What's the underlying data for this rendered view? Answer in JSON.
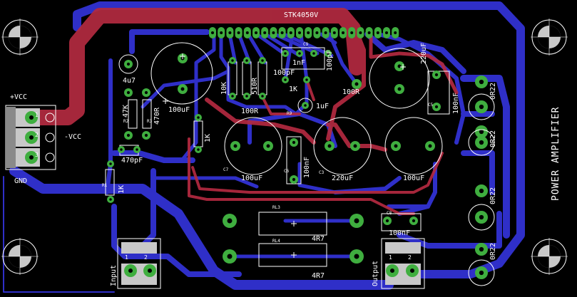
{
  "board": {
    "ic_name": "STK4050V",
    "title_text": "POWER AMPLIFIER",
    "colors": {
      "background": "#000000",
      "bottom_copper": "#2f2fc8",
      "top_copper": "#b32a40",
      "pad": "#3fae3f",
      "silkscreen": "#ffffff",
      "connector": "#c8c8c8"
    }
  },
  "connectors": {
    "power": {
      "vcc_pos": "+VCC",
      "vcc_neg": "-VCC",
      "gnd": "GND",
      "pins": [
        "1",
        "2",
        "3"
      ]
    },
    "input": {
      "label": "Input",
      "pins": [
        "1",
        "2"
      ]
    },
    "output": {
      "label": "Output",
      "pins": [
        "1",
        "2"
      ]
    }
  },
  "components": {
    "c_4u7": "4u7",
    "c_100uf_top": "100uF",
    "c_100pf": "100pF",
    "c_1nf": "1nF",
    "c_100pf_b": "100pF",
    "c_1uf": "1uF",
    "c_220uf_right": "220uF",
    "c_100nf_right": "100nF",
    "c_470pf": "470pF",
    "c_100uf_mid": "100uF",
    "c_100nf_mid": "100nF",
    "c_220uf_mid": "220uF",
    "c_100uf_mid2": "100uF",
    "c_100nf_bottom": "100nF",
    "r_10k": "10K",
    "r_510r": "510R",
    "r_100r_a": "100R",
    "r_1k_a": "1K",
    "r_100r_b": "100R",
    "r_47k": "47K",
    "r_470r": "470R",
    "r_1k_b": "1K",
    "r_1k_c": "1K",
    "r_0r22_1": "0R22",
    "r_0r22_2": "0R22",
    "r_0r22_3": "0R22",
    "r_0r22_4": "0R22",
    "r_4r7_a": "4R7",
    "r_4r7_b": "4R7"
  },
  "refdes": {
    "r1": "R1",
    "r2": "R2",
    "r3": "R3",
    "r9": "R9",
    "rl3": "RL3",
    "rl4": "RL4",
    "c7": "C7",
    "c8": "C8",
    "c9": "C9",
    "c6": "C6",
    "c3": "C3",
    "c5": "C5"
  }
}
